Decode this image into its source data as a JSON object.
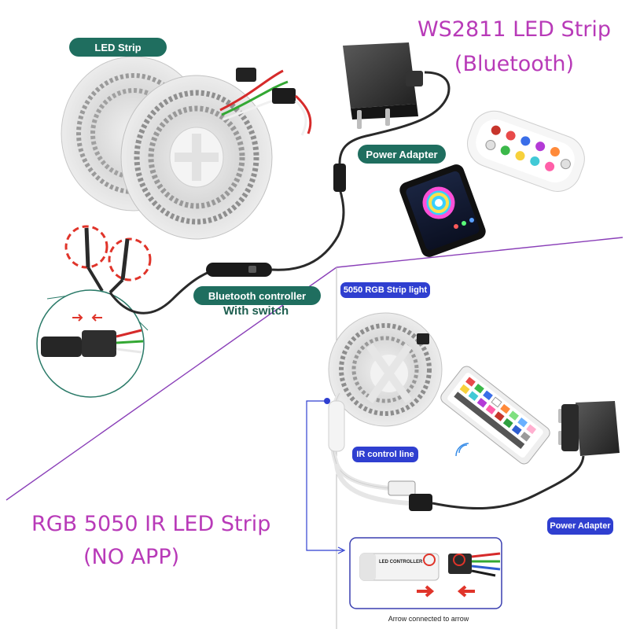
{
  "titles": {
    "ws2811_line1": "WS2811 LED Strip",
    "ws2811_line2": "(Bluetooth)",
    "rgb5050_line1": "RGB 5050 IR LED Strip",
    "rgb5050_line2": "(NO APP)"
  },
  "labels": {
    "led_strip": "LED Strip",
    "power_adapter_top": "Power Adapter",
    "bluetooth_controller": "Bluetooth controller",
    "with_switch": "With switch",
    "strip_5050": "5050 RGB Strip light",
    "ir_control_line": "IR control line",
    "power_adapter_bottom": "Power Adapter",
    "arrow_connected": "Arrow connected to arrow",
    "led_controller": "LED CONTROLLER"
  },
  "colors": {
    "title_magenta": "#b83ab8",
    "pill_teal": "#1f6e5f",
    "pill_blue": "#2f3fd0",
    "divider_purple": "#8a3fb8",
    "callout_red": "#e0342a"
  }
}
